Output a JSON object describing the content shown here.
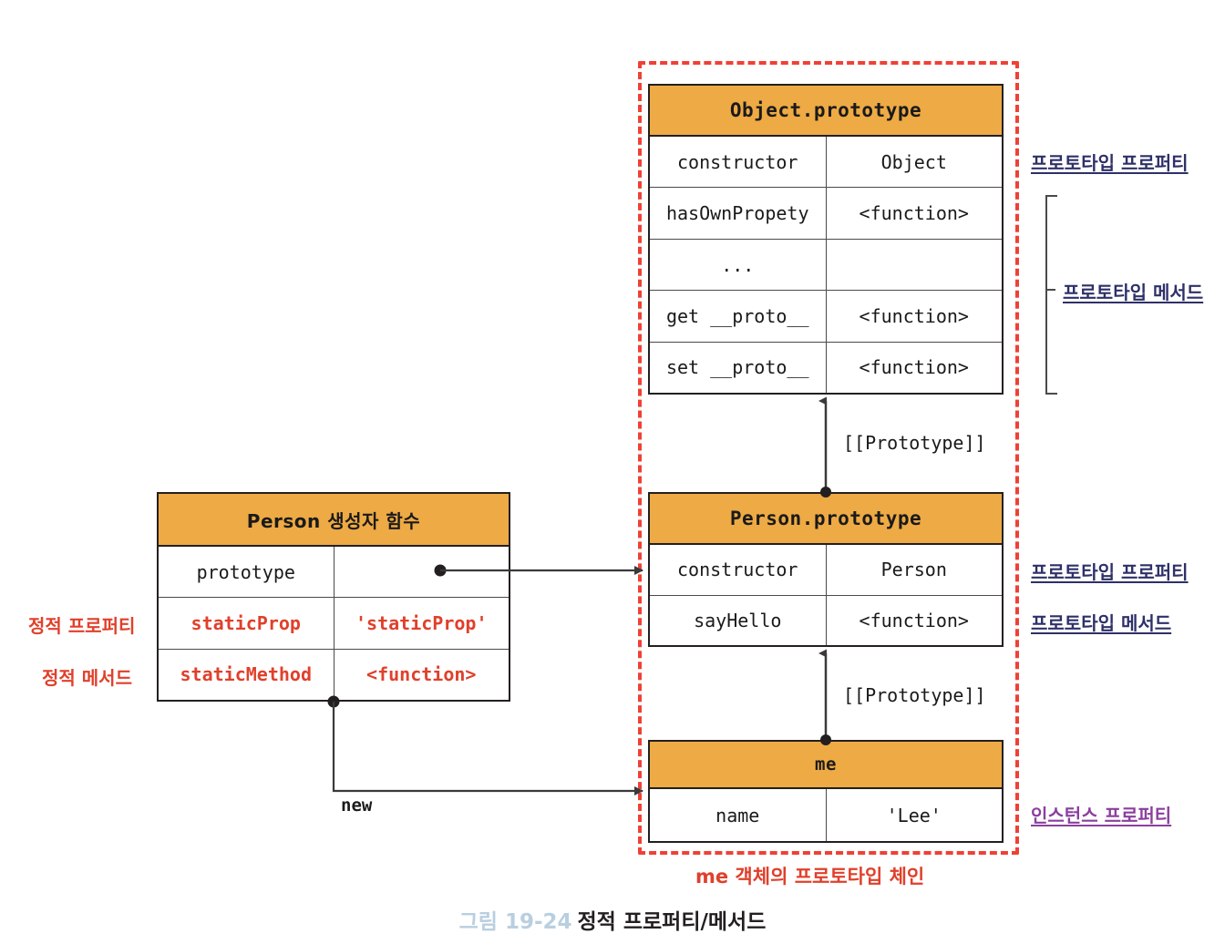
{
  "figure": {
    "caption_number": "그림 19-24",
    "caption_text": "정적 프로퍼티/메서드",
    "chain_label": "me 객체의 프로토타입 체인"
  },
  "colors": {
    "header_fill": "#eeaa44",
    "chain_dashed": "#ef4136",
    "static_red": "#e0402b",
    "label_navy": "#2e3068",
    "label_purple": "#8b3f9e",
    "caption_number": "#b8cfe0",
    "border": "#231f20"
  },
  "objects": {
    "object_prototype": {
      "title": "Object.prototype",
      "rows": [
        {
          "key": "constructor",
          "value": "Object"
        },
        {
          "key": "hasOwnPropety",
          "value": "<function>"
        },
        {
          "key": "...",
          "value": ""
        },
        {
          "key": "get __proto__",
          "value": "<function>"
        },
        {
          "key": "set __proto__",
          "value": "<function>"
        }
      ]
    },
    "person_constructor": {
      "title": "Person 생성자 함수",
      "rows": [
        {
          "key": "prototype",
          "value": "",
          "static": false
        },
        {
          "key": "staticProp",
          "value": "'staticProp'",
          "static": true
        },
        {
          "key": "staticMethod",
          "value": "<function>",
          "static": true
        }
      ]
    },
    "person_prototype": {
      "title": "Person.prototype",
      "rows": [
        {
          "key": "constructor",
          "value": "Person"
        },
        {
          "key": "sayHello",
          "value": "<function>"
        }
      ]
    },
    "me_instance": {
      "title": "me",
      "rows": [
        {
          "key": "name",
          "value": "'Lee'"
        }
      ]
    }
  },
  "annotations": {
    "object_proto_property": "프로토타입 프로퍼티",
    "object_proto_methods": "프로토타입 메서드",
    "person_proto_property": "프로토타입 프로퍼티",
    "person_proto_method": "프로토타입 메서드",
    "instance_property": "인스턴스 프로퍼티",
    "static_property": "정적 프로퍼티",
    "static_method": "정적 메서드",
    "prototype_link_upper": "[[Prototype]]",
    "prototype_link_lower": "[[Prototype]]",
    "new_label": "new"
  }
}
